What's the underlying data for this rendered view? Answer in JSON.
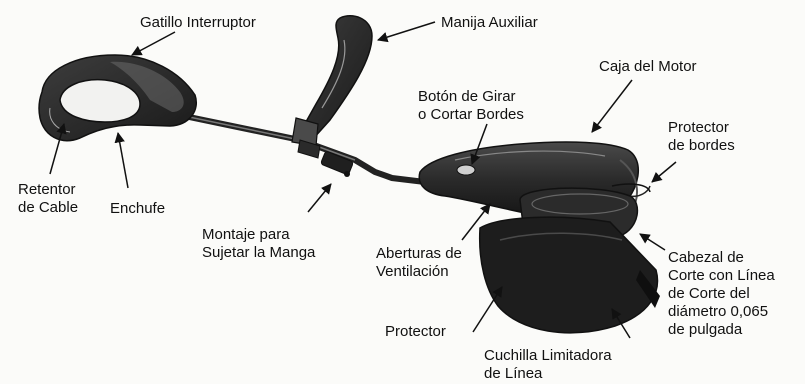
{
  "diagram": {
    "labels": {
      "gatillo": [
        "Gatillo Interruptor"
      ],
      "manija": [
        "Manija Auxiliar"
      ],
      "boton": [
        "Botón de Girar",
        "o Cortar Bordes"
      ],
      "caja": [
        "Caja del Motor"
      ],
      "protector_bordes": [
        "Protector",
        "de bordes"
      ],
      "retentor": [
        "Retentor",
        "de Cable"
      ],
      "enchufe": [
        "Enchufe"
      ],
      "montaje": [
        "Montaje para",
        "Sujetar la Manga"
      ],
      "aberturas": [
        "Aberturas de",
        "Ventilación"
      ],
      "cabezal": [
        "Cabezal de",
        "Corte con Línea",
        "de Corte del",
        "diámetro 0,065",
        "de pulgada"
      ],
      "protector": [
        "Protector"
      ],
      "cuchilla": [
        "Cuchilla Limitadora",
        "de Línea"
      ]
    },
    "colors": {
      "ink": "#111111",
      "body_dark": "#1c1c1c",
      "body_mid": "#3a3a3a",
      "grip": "#6e6e6e",
      "paper": "#fbfbf9"
    }
  }
}
